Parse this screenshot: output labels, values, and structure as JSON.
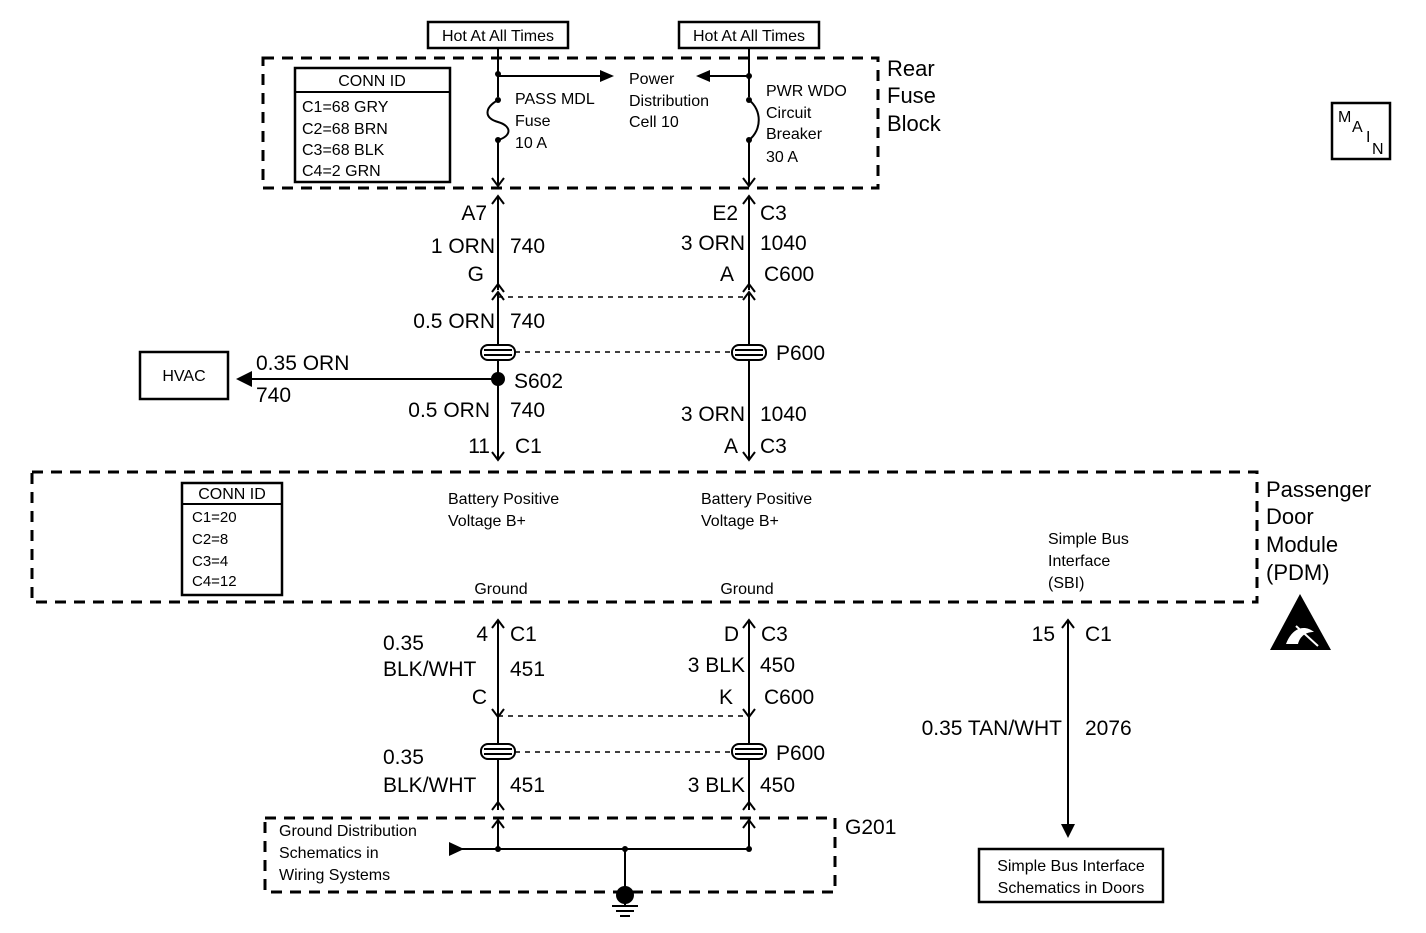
{
  "top_labels": {
    "hot_left": "Hot At All Times",
    "hot_right": "Hot At All Times"
  },
  "rear_fuse_block": {
    "title_lines": [
      "Rear",
      "Fuse",
      "Block"
    ],
    "conn_id": {
      "header": "CONN ID",
      "rows": [
        "C1=68 GRY",
        "C2=68 BRN",
        "C3=68 BLK",
        "C4=2 GRN"
      ]
    },
    "fuse_lines": [
      "PASS MDL",
      "Fuse",
      "10 A"
    ],
    "power_dist_lines": [
      "Power",
      "Distribution",
      "Cell 10"
    ],
    "breaker_lines": [
      "PWR WDO",
      "Circuit",
      "Breaker",
      "30 A"
    ]
  },
  "upper_left": {
    "pin_a7": "A7",
    "wire1_gauge": "1 ORN",
    "wire1_circuit": "740",
    "pin_g": "G",
    "wire2_gauge": "0.5 ORN",
    "wire2_circuit": "740",
    "splice_label": "S602",
    "wire3_gauge": "0.5 ORN",
    "wire3_circuit": "740",
    "pin_11": "11",
    "conn_c1": "C1"
  },
  "hvac": {
    "box_label": "HVAC",
    "wire_gauge": "0.35 ORN",
    "wire_circuit": "740"
  },
  "upper_right": {
    "pin_e2": "E2",
    "conn_c3": "C3",
    "wire1_gauge": "3 ORN",
    "wire1_circuit": "1040",
    "pin_a": "A",
    "conn_c600": "C600",
    "p600_label": "P600",
    "wire2_gauge": "3 ORN",
    "wire2_circuit": "1040",
    "pin_a_lower": "A",
    "conn_c3_lower": "C3"
  },
  "pdm": {
    "title_lines": [
      "Passenger",
      "Door",
      "Module",
      "(PDM)"
    ],
    "conn_id": {
      "header": "CONN ID",
      "rows": [
        "C1=20",
        "C2=8",
        "C3=4",
        "C4=12"
      ]
    },
    "bplus_left": [
      "Battery Positive",
      "Voltage B+"
    ],
    "bplus_right": [
      "Battery Positive",
      "Voltage B+"
    ],
    "ground_left": "Ground",
    "ground_right": "Ground",
    "sbi_lines": [
      "Simple Bus",
      "Interface",
      "(SBI)"
    ]
  },
  "lower_left": {
    "pin_4": "4",
    "conn_c1": "C1",
    "wire1_gauge_line1": "0.35",
    "wire1_gauge_line2": "BLK/WHT",
    "wire1_circuit": "451",
    "pin_c": "C",
    "wire2_gauge_line1": "0.35",
    "wire2_gauge_line2": "BLK/WHT",
    "wire2_circuit": "451"
  },
  "lower_right": {
    "pin_d": "D",
    "conn_c3": "C3",
    "wire1_gauge": "3 BLK",
    "wire1_circuit": "450",
    "pin_k": "K",
    "conn_c600": "C600",
    "p600_label": "P600",
    "wire2_gauge": "3 BLK",
    "wire2_circuit": "450"
  },
  "sbi_wire": {
    "pin_15": "15",
    "conn_c1": "C1",
    "wire_gauge": "0.35 TAN/WHT",
    "wire_circuit": "2076",
    "dest_lines": [
      "Simple Bus Interface",
      "Schematics in Doors"
    ]
  },
  "ground_block": {
    "lines": [
      "Ground Distribution",
      "Schematics in",
      "Wiring Systems"
    ],
    "ground_label": "G201"
  },
  "main_badge": {
    "letters": [
      "M",
      "A",
      "I",
      "N"
    ]
  }
}
